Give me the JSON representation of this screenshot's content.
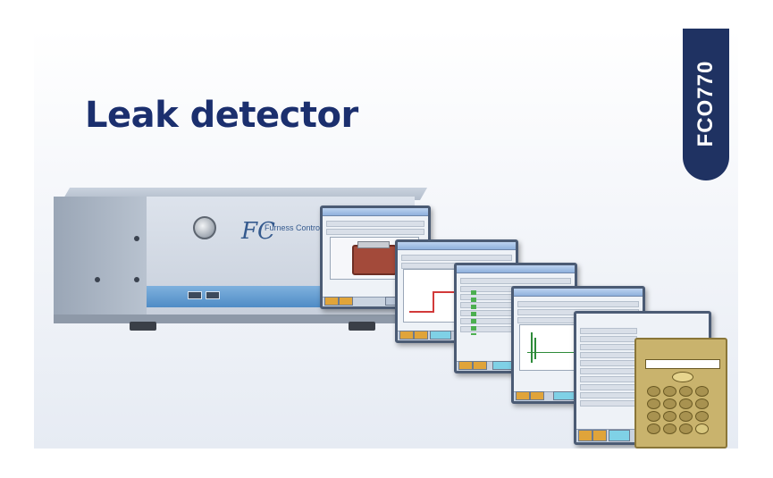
{
  "headline": "Leak detector",
  "model_badge": "FCO770",
  "brand_logo": "FC",
  "brand_name": "Furness Controls",
  "colors": {
    "headline": "#1b2f6e",
    "badge": "#1f3262",
    "device_stripe": "#4f8cc6",
    "screen_frame": "#4b5b74",
    "keypad": "#c9b36d"
  },
  "icons": [
    "pressure-knob-icon",
    "usb-port-icon",
    "engine-block-icon",
    "numeric-keypad-icon"
  ]
}
